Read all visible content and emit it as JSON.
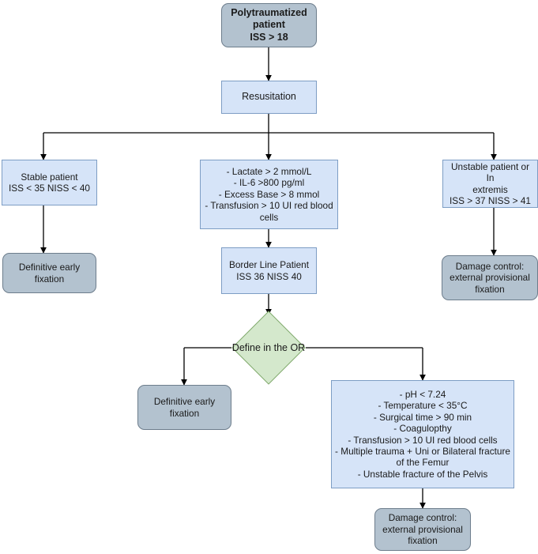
{
  "diagram": {
    "title": "Polytrauma management algorithm flowchart",
    "type": "flowchart",
    "colors": {
      "gray_node_fill": "#b3c2cf",
      "gray_node_border": "#6d7d8c",
      "blue_node_fill": "#d6e4f8",
      "blue_node_border": "#7d9dc4",
      "green_node_fill": "#d4e8cc",
      "green_node_border": "#7fa86b",
      "edge": "#000000",
      "background": "#ffffff"
    }
  },
  "nodes": {
    "start": {
      "label": "Polytraumatized\npatient\nISS > 18",
      "shape": "rounded-rectangle",
      "fill": "gray"
    },
    "resuscitation": {
      "label": "Resusitation",
      "shape": "rectangle",
      "fill": "blue"
    },
    "stable_patient": {
      "label": "Stable patient\nISS < 35 NISS < 40",
      "shape": "rectangle",
      "fill": "blue"
    },
    "criteria_center": {
      "label": "- Lactate > 2 mmol/L\n- IL-6 >800 pg/ml\n- Excess Base > 8 mmol\n- Transfusion > 10 UI red blood\ncells",
      "shape": "rectangle",
      "fill": "blue"
    },
    "unstable_patient": {
      "label": "Unstable patient or In\nextremis\nISS > 37 NISS > 41",
      "shape": "rectangle",
      "fill": "blue"
    },
    "definitive_early_fixation_left": {
      "label": "Definitive early\nfixation",
      "shape": "rounded-rectangle",
      "fill": "gray"
    },
    "border_line_patient": {
      "label": "Border Line Patient\nISS 36 NISS 40",
      "shape": "rectangle",
      "fill": "blue"
    },
    "damage_control_right": {
      "label": "Damage control:\nexternal provisional\nfixation",
      "shape": "rounded-rectangle",
      "fill": "gray"
    },
    "define_in_or": {
      "label": "Define in the OR",
      "shape": "diamond",
      "fill": "green"
    },
    "definitive_early_fixation_bottom": {
      "label": "Definitive early\nfixation",
      "shape": "rounded-rectangle",
      "fill": "gray"
    },
    "criteria_bottom": {
      "label": "- pH < 7.24\n- Temperature < 35°C\n- Surgical time > 90 min\n- Coagulopthy\n- Transfusion > 10 UI red blood cells\n- Multiple trauma + Uni or Bilateral fracture\nof the Femur\n- Unstable fracture of the Pelvis",
      "shape": "rectangle",
      "fill": "blue"
    },
    "damage_control_bottom": {
      "label": "Damage control:\nexternal provisional\nfixation",
      "shape": "rounded-rectangle",
      "fill": "gray"
    }
  },
  "edges": [
    {
      "from": "start",
      "to": "resuscitation",
      "label": ""
    },
    {
      "from": "resuscitation",
      "to": "stable_patient",
      "label": ""
    },
    {
      "from": "resuscitation",
      "to": "criteria_center",
      "label": ""
    },
    {
      "from": "resuscitation",
      "to": "unstable_patient",
      "label": ""
    },
    {
      "from": "stable_patient",
      "to": "definitive_early_fixation_left",
      "label": ""
    },
    {
      "from": "criteria_center",
      "to": "border_line_patient",
      "label": ""
    },
    {
      "from": "unstable_patient",
      "to": "damage_control_right",
      "label": ""
    },
    {
      "from": "border_line_patient",
      "to": "define_in_or",
      "label": ""
    },
    {
      "from": "define_in_or",
      "to": "definitive_early_fixation_bottom",
      "label": ""
    },
    {
      "from": "define_in_or",
      "to": "criteria_bottom",
      "label": ""
    },
    {
      "from": "criteria_bottom",
      "to": "damage_control_bottom",
      "label": ""
    }
  ]
}
